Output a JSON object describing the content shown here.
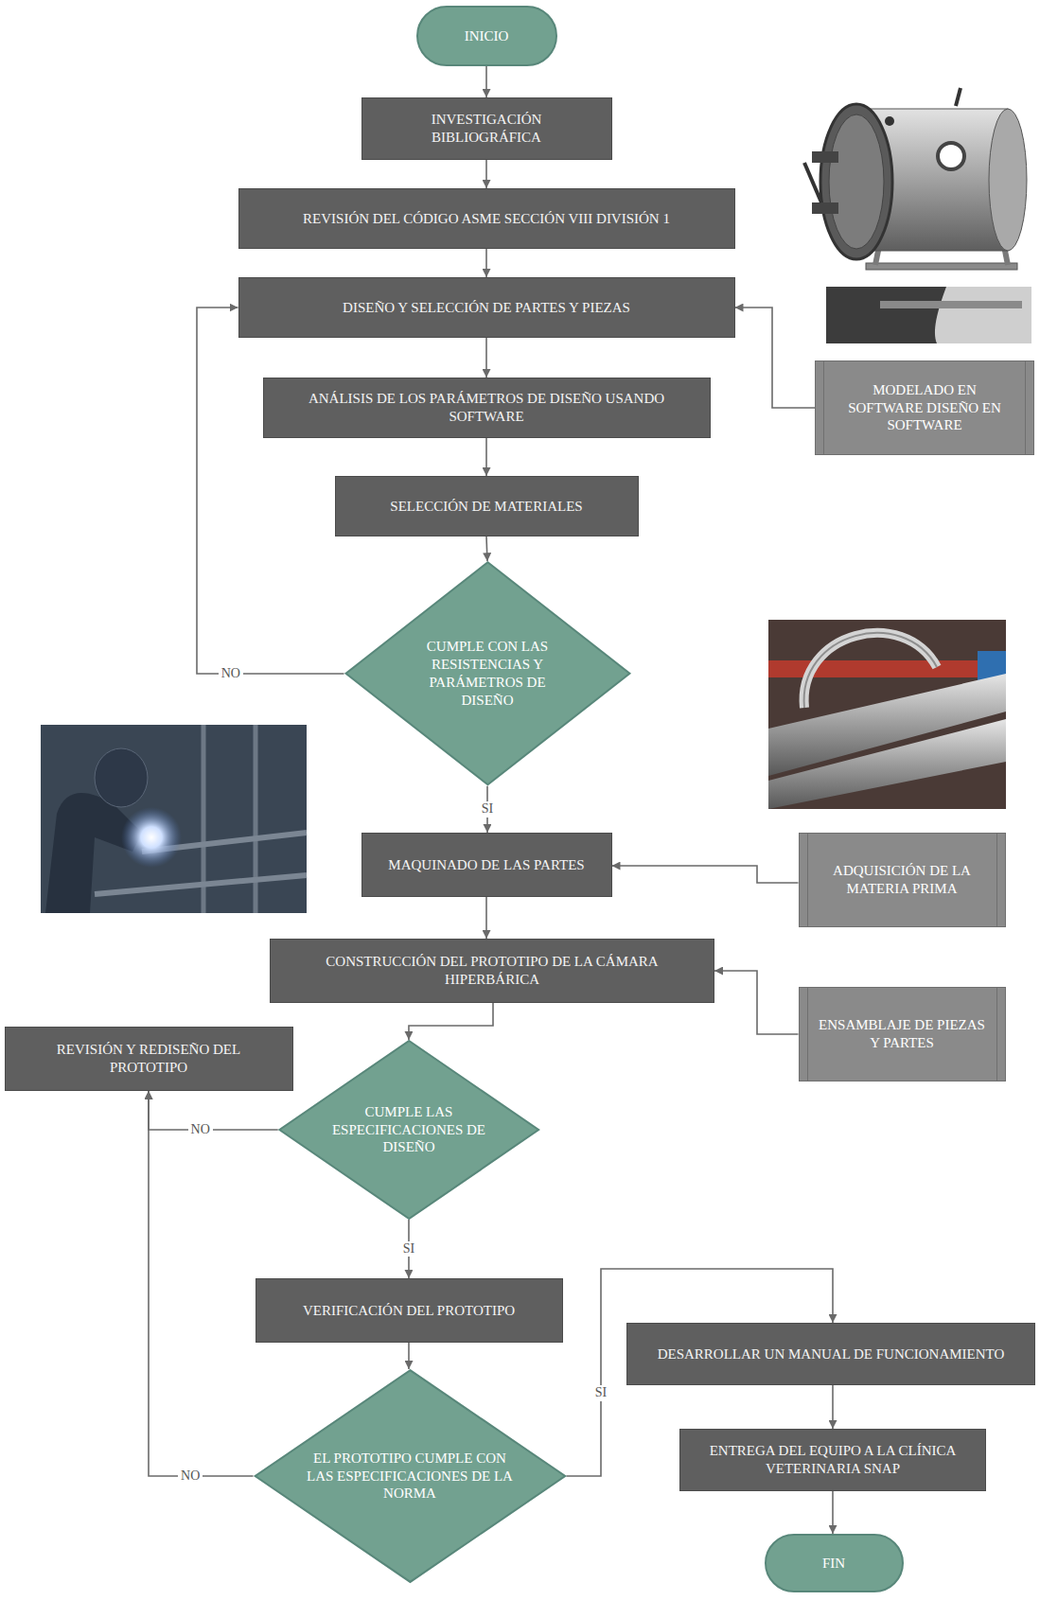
{
  "diagram": {
    "nodes": [
      {
        "text": [
          "INICIO"
        ]
      },
      {
        "text": [
          "INVESTIGACIÓN BIBLIOGRÁFICA"
        ]
      },
      {
        "text": [
          "REVISIÓN DEL CÓDIGO ASME SECCIÓN VIII DIVISIÓN 1"
        ]
      },
      {
        "text": [
          "DISEÑO Y SELECCIÓN DE PARTES Y PIEZAS"
        ]
      },
      {
        "text": [
          "MODELADO EN SOFTWARE DISEÑO EN SOFTWARE"
        ]
      },
      {
        "text": [
          "ANÁLISIS DE LOS PARÁMETROS DE DISEÑO USANDO SOFTWARE"
        ]
      },
      {
        "text": [
          "SELECCIÓN DE MATERIALES"
        ]
      },
      {
        "text": [
          "CUMPLE CON LAS RESISTENCIAS Y PARÁMETROS DE DISEÑO"
        ]
      },
      {
        "text": [
          "MAQUINADO DE LAS PARTES"
        ]
      },
      {
        "text": [
          "ADQUISICIÓN DE LA MATERIA PRIMA"
        ]
      },
      {
        "text": [
          "CONSTRUCCIÓN DEL PROTOTIPO DE LA CÁMARA HIPERBÁRICA"
        ]
      },
      {
        "text": [
          "ENSAMBLAJE DE PIEZAS Y PARTES"
        ]
      },
      {
        "text": [
          "REVISIÓN Y REDISEÑO DEL PROTOTIPO"
        ]
      },
      {
        "text": [
          "CUMPLE LAS ESPECIFICACIONES DE DISEÑO"
        ]
      },
      {
        "text": [
          "VERIFICACIÓN DEL PROTOTIPO"
        ]
      },
      {
        "text": [
          "DESARROLLAR UN MANUAL DE FUNCIONAMIENTO"
        ]
      },
      {
        "text": [
          "EL PROTOTIPO CUMPLE CON LAS ESPECIFICACIONES DE LA NORMA"
        ]
      },
      {
        "text": [
          "ENTREGA DEL EQUIPO A LA CLÍNICA VETERINARIA SNAP"
        ]
      },
      {
        "text": [
          "FIN"
        ]
      }
    ],
    "edges": [
      {
        "from": 0,
        "to": 1,
        "arrow": "to"
      },
      {
        "from": 1,
        "to": 2,
        "arrow": "to"
      },
      {
        "from": 2,
        "to": 3,
        "arrow": "to"
      },
      {
        "from": 4,
        "to": 3,
        "arrow": "to"
      },
      {
        "from": 3,
        "to": 5,
        "arrow": "to"
      },
      {
        "from": 5,
        "to": 6,
        "arrow": "to"
      },
      {
        "from": 6,
        "to": 7,
        "arrow": "to"
      },
      {
        "from": 7,
        "to": 3,
        "label": "NO",
        "arrow": "to"
      },
      {
        "from": 7,
        "to": 8,
        "label": "SI",
        "arrow": "to"
      },
      {
        "from": 9,
        "to": 8,
        "arrow": "to"
      },
      {
        "from": 8,
        "to": 10,
        "arrow": "to"
      },
      {
        "from": 11,
        "to": 10,
        "arrow": "to"
      },
      {
        "from": 10,
        "to": 13,
        "arrow": "to"
      },
      {
        "from": 13,
        "to": 12,
        "label": "NO",
        "arrow": "to"
      },
      {
        "from": 13,
        "to": 14,
        "label": "SI",
        "arrow": "to"
      },
      {
        "from": 14,
        "to": 16,
        "arrow": "to"
      },
      {
        "from": 16,
        "to": 12,
        "label": "NO",
        "arrow": "to"
      },
      {
        "from": 16,
        "to": 15,
        "label": "SI",
        "arrow": "to"
      },
      {
        "from": 15,
        "to": 17,
        "arrow": "to"
      },
      {
        "from": 17,
        "to": 18,
        "arrow": "to"
      }
    ]
  }
}
